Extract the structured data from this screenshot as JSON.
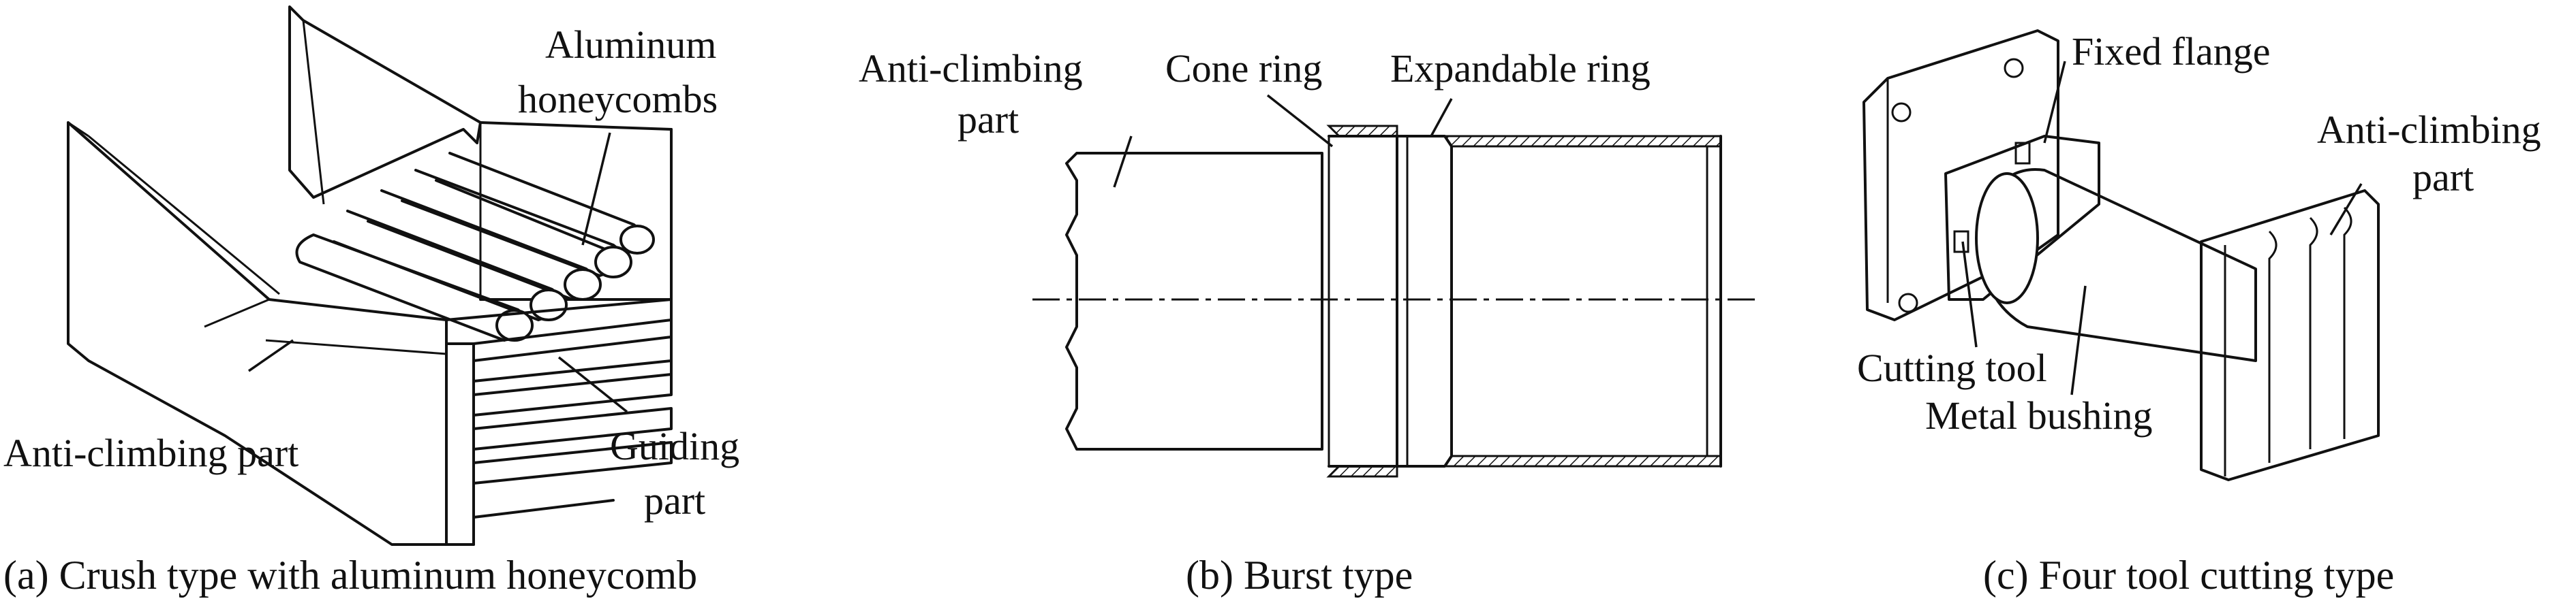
{
  "panels": {
    "a": {
      "caption": "(a) Crush type with aluminum honeycomb",
      "labels": {
        "aluminum_line1": "Aluminum",
        "aluminum_line2": "honeycombs",
        "anti_climbing": "Anti-climbing part",
        "guiding_line1": "Guiding",
        "guiding_line2": "part"
      }
    },
    "b": {
      "caption": "(b) Burst type",
      "labels": {
        "anti_climbing_line1": "Anti-climbing",
        "anti_climbing_line2": "part",
        "cone_ring": "Cone ring",
        "expandable_ring": "Expandable ring"
      }
    },
    "c": {
      "caption": "(c) Four tool cutting type",
      "labels": {
        "fixed_flange": "Fixed flange",
        "anti_climbing_line1": "Anti-climbing",
        "anti_climbing_line2": "part",
        "cutting_tool": "Cutting tool",
        "metal_bushing": "Metal bushing"
      }
    }
  },
  "colors": {
    "line": "#111111",
    "background": "#ffffff"
  }
}
